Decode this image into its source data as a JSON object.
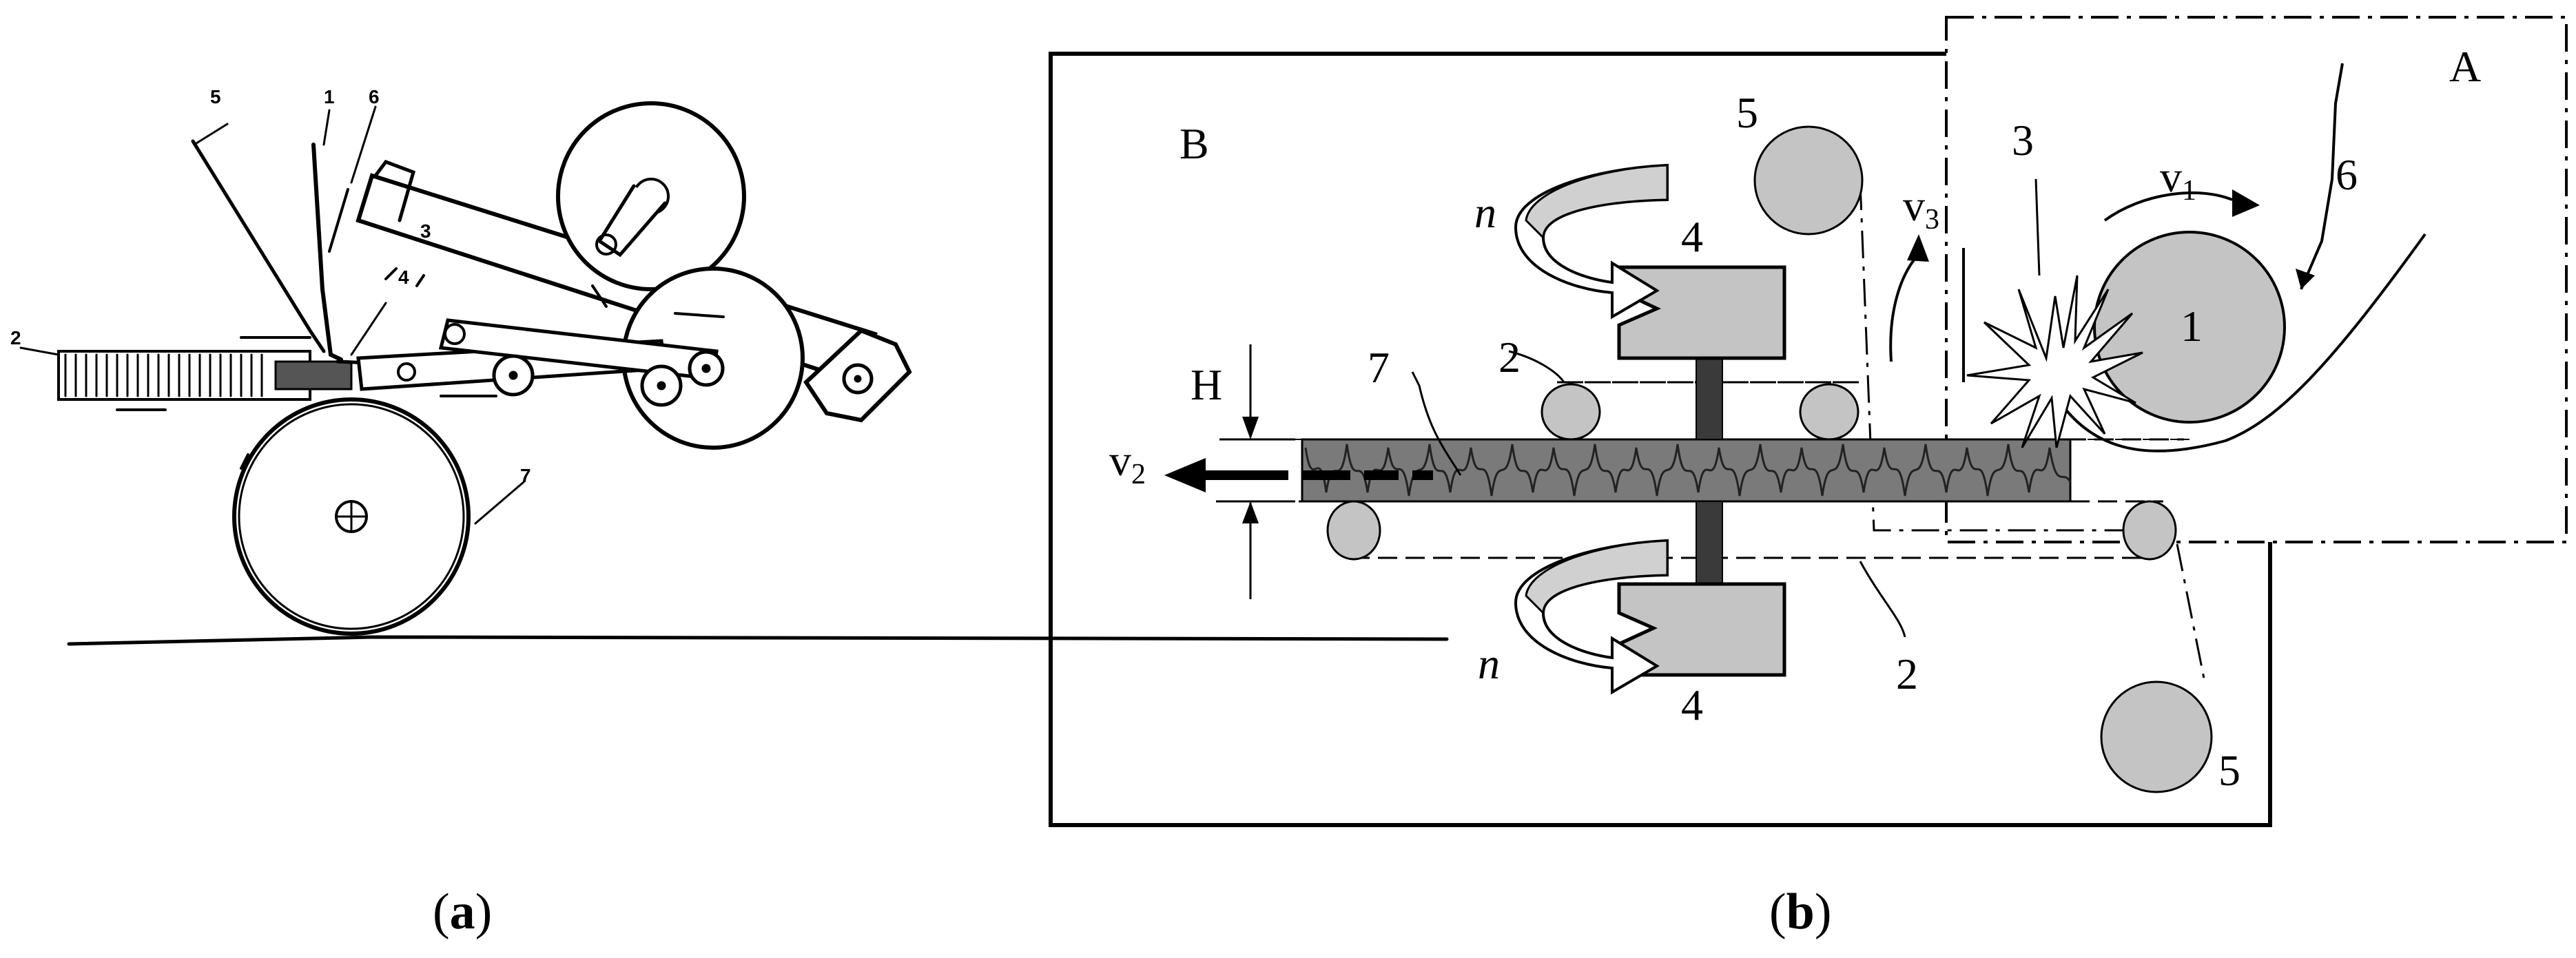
{
  "panel_a": {
    "caption_letter": "a",
    "labels": {
      "l1": "1",
      "l2": "2",
      "l3": "3",
      "l4": "4",
      "l5": "5",
      "l6": "6",
      "l7": "7"
    }
  },
  "panel_b": {
    "caption_letter": "b",
    "region_labels": {
      "A": "A",
      "B": "B"
    },
    "part_labels": {
      "p1": "1",
      "p2_top": "2",
      "p2_bottom": "2",
      "p3": "3",
      "p4_top": "4",
      "p4_bottom": "4",
      "p5_top": "5",
      "p5_bottom": "5",
      "p6": "6",
      "p7": "7"
    },
    "symbols": {
      "H": "H",
      "n_top": "n",
      "n_bottom": "n",
      "v": "v",
      "sub1": "1",
      "sub2": "2",
      "sub3": "3"
    }
  },
  "colors": {
    "gray_fill": "#c4c4c4",
    "dark_fill": "#7a7a7a",
    "shaft": "#3a3a3a",
    "line": "#000000"
  }
}
